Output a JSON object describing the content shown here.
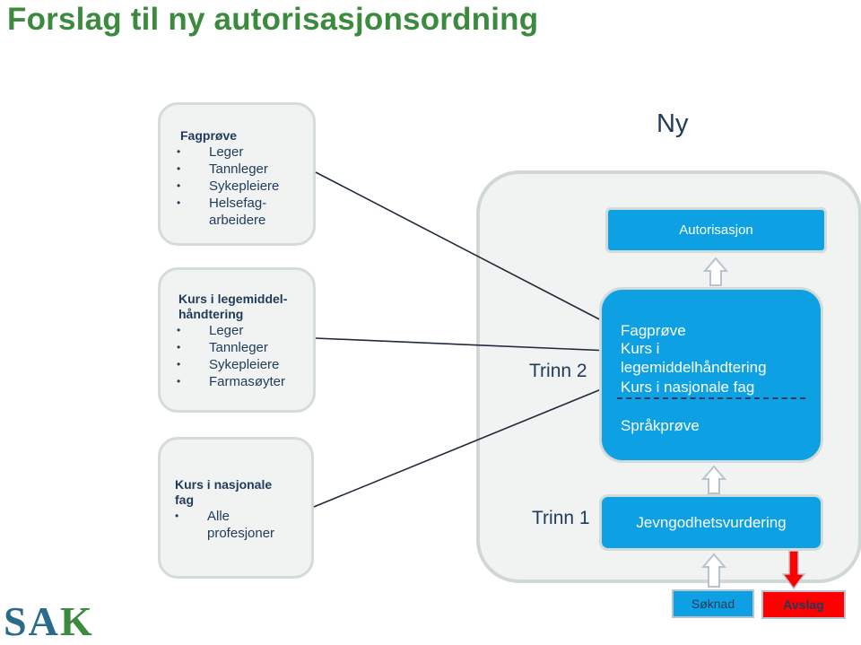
{
  "title": "Forslag til ny autorisasjonsordning",
  "top_label": "Ny",
  "left_boxes": [
    {
      "head": "Fagprøve",
      "items": [
        "Leger",
        "Tannleger",
        "Sykepleiere",
        "Helsefag-\narbeidere"
      ]
    },
    {
      "head": "Kurs i legemiddel-\nhåndtering",
      "items": [
        "Leger",
        "Tannleger",
        "Sykepleiere",
        "Farmasøyter"
      ]
    },
    {
      "head": "Kurs i nasjonale\nfag",
      "items": [
        "Alle\nprofesjoner"
      ]
    }
  ],
  "flow": {
    "autorisasjon": "Autorisasjon",
    "main_box": {
      "lines": [
        "Fagprøve",
        "Kurs i",
        "legemiddelhåndtering",
        "Kurs i nasjonale fag"
      ],
      "footer": "Språkprøve"
    },
    "jevngodhet": "Jevngodhetsvurdering",
    "trinn2": "Trinn 2",
    "trinn1": "Trinn 1"
  },
  "buttons": {
    "soknad": "Søknad",
    "avslag": "Avslag"
  },
  "logo": {
    "text_1": "SA",
    "text_2": "K"
  },
  "colors": {
    "title_green": "#3c8a3e",
    "blue": "#0da1e3",
    "red": "#ff0000",
    "text_navy": "#1f3a5a"
  }
}
